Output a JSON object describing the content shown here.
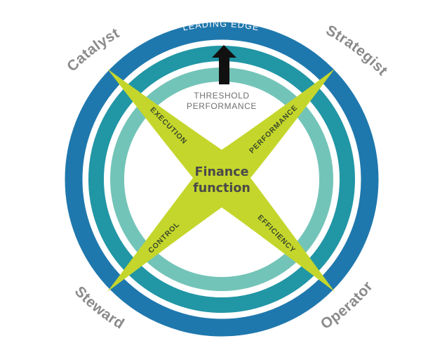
{
  "diagram": {
    "center_label_line1": "Finance",
    "center_label_line2": "function",
    "leading_edge_label": "LEADING EDGE",
    "threshold_label_line1": "THRESHOLD",
    "threshold_label_line2": "PERFORMANCE",
    "corner_labels": {
      "top_left": "Catalyst",
      "top_right": "Strategist",
      "bottom_left": "Steward",
      "bottom_right": "Operator"
    },
    "arm_labels": {
      "top_left": "EXECUTION",
      "top_right": "PERFORMANCE",
      "bottom_left": "CONTROL",
      "bottom_right": "EFFICIENCY"
    },
    "colors": {
      "outer_ring": "#1f78ad",
      "middle_ring": "#2196a5",
      "inner_ring": "#73c4b8",
      "cross": "#c4d62b",
      "arrow": "#111111",
      "corner_text": "#8a8a8a"
    },
    "arrow_icon": "up-arrow"
  }
}
